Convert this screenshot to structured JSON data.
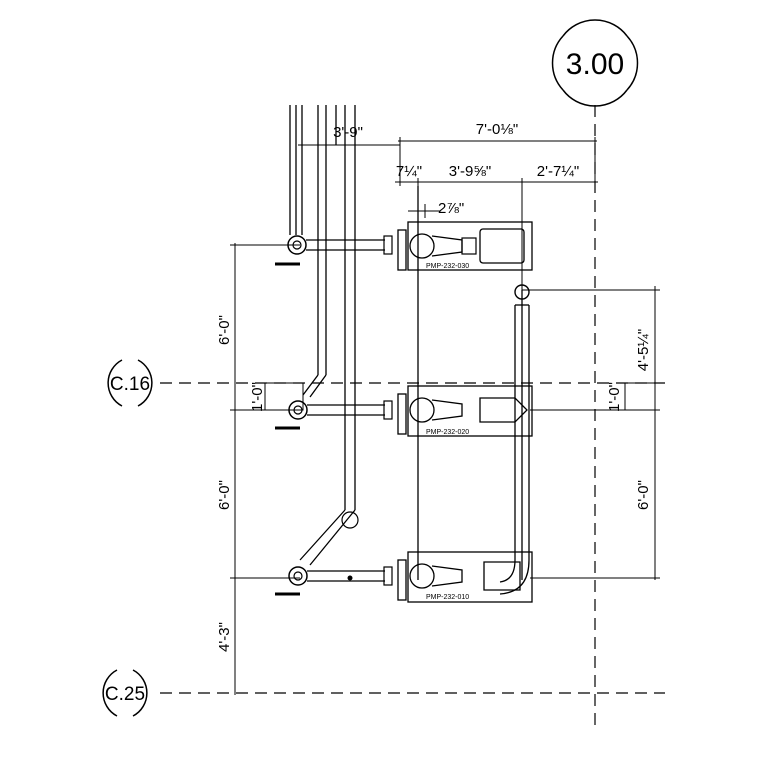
{
  "grid": {
    "column_top": "3.00",
    "row_mid": "C.16",
    "row_bottom": "C.25"
  },
  "dimensions": {
    "top_pipe": "3'-9\"",
    "overall": "7'-0⅛\"",
    "seg_a": "7¼\"",
    "seg_b": "3'-9⅝\"",
    "seg_c": "2'-7¼\"",
    "offset_small": "2⅞\"",
    "left_upper": "6'-0\"",
    "left_mid": "1'-0\"",
    "left_lower": "6'-0\"",
    "left_bottom": "4'-3\"",
    "right_upper": "4'-5¼\"",
    "right_mid": "1'-0\"",
    "right_lower": "6'-0\""
  },
  "pumps": {
    "p030": "PMP-232-030",
    "p020": "PMP-232-020",
    "p010": "PMP-232-010"
  }
}
